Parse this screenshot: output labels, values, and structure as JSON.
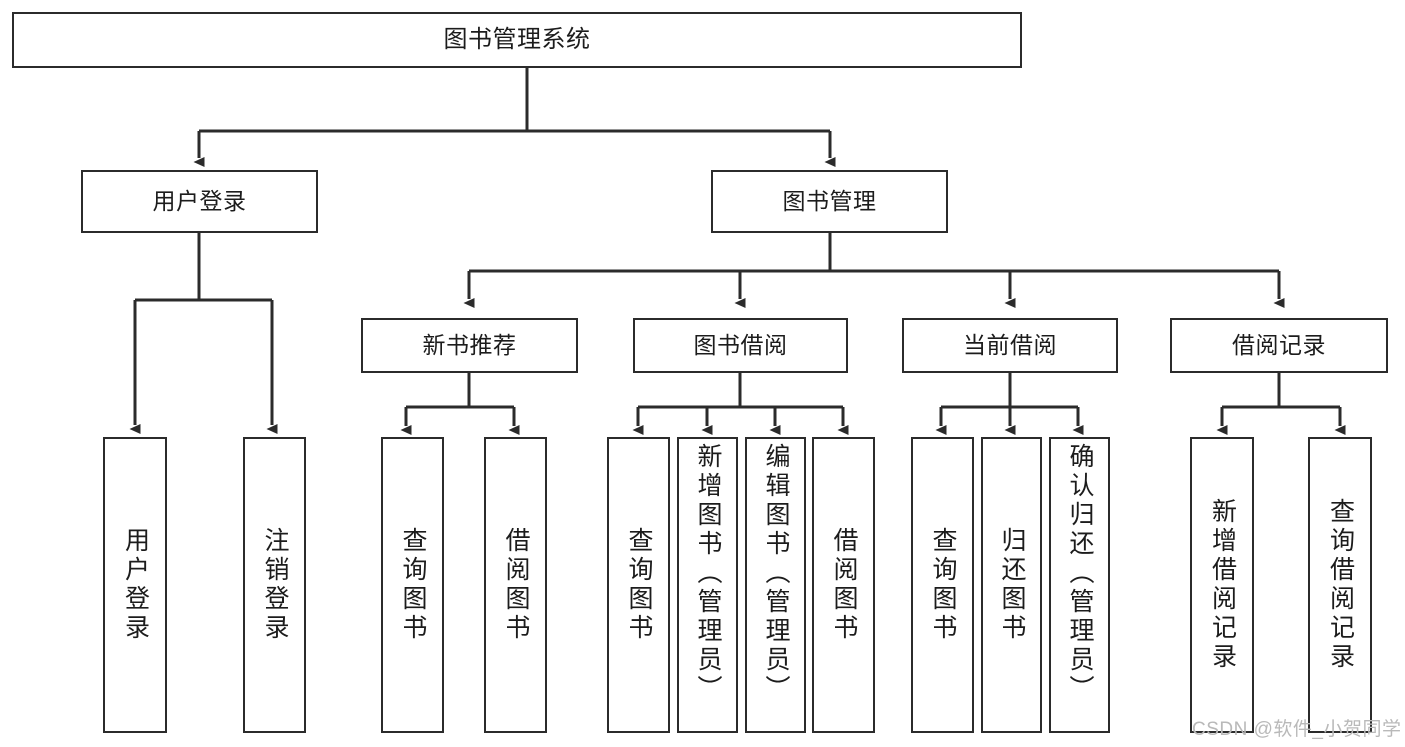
{
  "diagram": {
    "title": "图书管理系统",
    "type": "hierarchy-tree",
    "watermark": "CSDN @软件_小贺同学",
    "stroke_color": "#2b2b2b",
    "background_color": "#ffffff",
    "text_color": "#1c1c1c",
    "levels": [
      {
        "level": 1,
        "nodes": [
          {
            "id": "root",
            "label": "图书管理系统"
          }
        ]
      },
      {
        "level": 2,
        "nodes": [
          {
            "id": "user-login",
            "label": "用户登录",
            "parent": "root"
          },
          {
            "id": "book-management",
            "label": "图书管理",
            "parent": "root"
          }
        ]
      },
      {
        "level": 3,
        "nodes": [
          {
            "id": "new-book-recommend",
            "label": "新书推荐",
            "parent": "book-management"
          },
          {
            "id": "book-borrow",
            "label": "图书借阅",
            "parent": "book-management"
          },
          {
            "id": "current-borrow",
            "label": "当前借阅",
            "parent": "book-management"
          },
          {
            "id": "borrow-record",
            "label": "借阅记录",
            "parent": "book-management"
          }
        ]
      },
      {
        "level": 4,
        "nodes": [
          {
            "id": "leaf-user-login",
            "label": "用户登录",
            "parent": "user-login"
          },
          {
            "id": "leaf-user-logout",
            "label": "注销登录",
            "parent": "user-login"
          },
          {
            "id": "leaf-query-book-1",
            "label": "查询图书",
            "parent": "new-book-recommend"
          },
          {
            "id": "leaf-borrow-book-1",
            "label": "借阅图书",
            "parent": "new-book-recommend"
          },
          {
            "id": "leaf-query-book-2",
            "label": "查询图书",
            "parent": "book-borrow"
          },
          {
            "id": "leaf-add-book",
            "label": "新增图书（管理员）",
            "parent": "book-borrow"
          },
          {
            "id": "leaf-edit-book",
            "label": "编辑图书（管理员）",
            "parent": "book-borrow"
          },
          {
            "id": "leaf-borrow-book-2",
            "label": "借阅图书",
            "parent": "book-borrow"
          },
          {
            "id": "leaf-query-book-3",
            "label": "查询图书",
            "parent": "current-borrow"
          },
          {
            "id": "leaf-return-book",
            "label": "归还图书",
            "parent": "current-borrow"
          },
          {
            "id": "leaf-confirm-return",
            "label": "确认归还（管理员）",
            "parent": "current-borrow"
          },
          {
            "id": "leaf-add-record",
            "label": "新增借阅记录",
            "parent": "borrow-record"
          },
          {
            "id": "leaf-query-record",
            "label": "查询借阅记录",
            "parent": "borrow-record"
          }
        ]
      }
    ]
  }
}
